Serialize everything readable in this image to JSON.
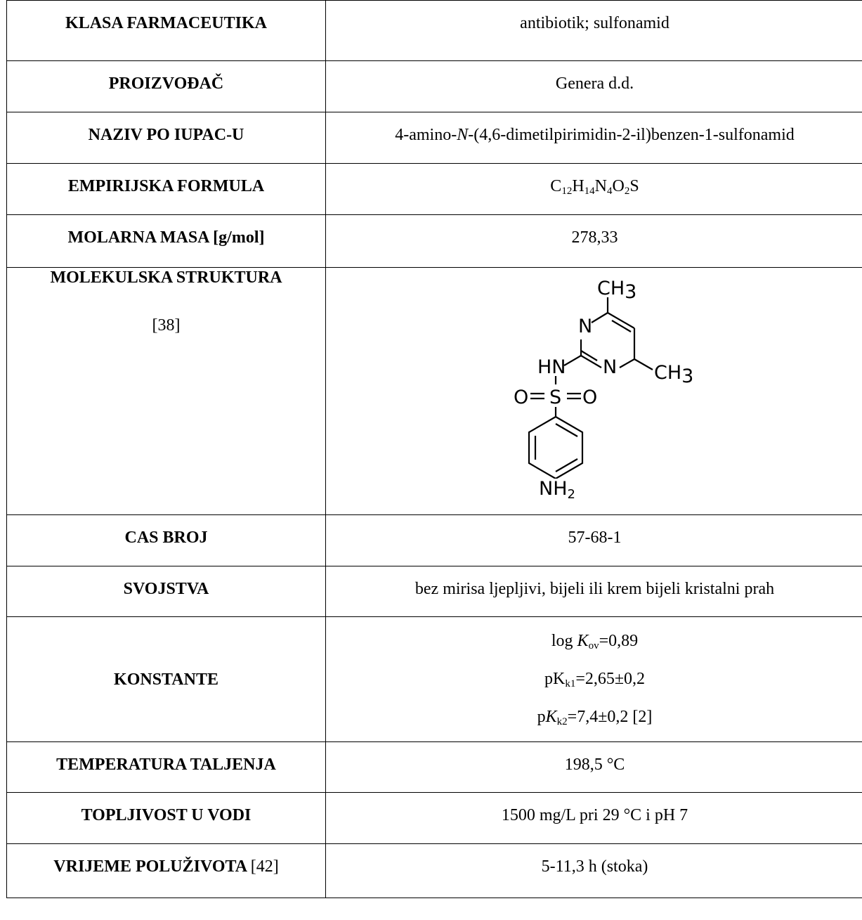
{
  "rows": [
    {
      "label": "KLASA FARMACEUTIKA",
      "value": "antibiotik; sulfonamid"
    },
    {
      "label": "PROIZVOĐAČ",
      "value": "Genera d.d."
    },
    {
      "label": "NAZIV PO IUPAC-U",
      "value_pre": "4-amino-",
      "value_italic": "N",
      "value_post": "-(4,6-dimetilpirimidin-2-il)benzen-1-sulfonamid"
    },
    {
      "label": "EMPIRIJSKA FORMULA",
      "formula": {
        "c": "C",
        "c_n": "12",
        "h": "H",
        "h_n": "14",
        "n": "N",
        "n_n": "4",
        "o": "O",
        "o_n": "2",
        "s": "S"
      }
    },
    {
      "label": "MOLARNA MASA [g/mol]",
      "value": "278,33"
    },
    {
      "label": "MOLEKULSKA STRUKTURA",
      "cite": "[38]",
      "structure": {
        "ch3_top": "CH",
        "ch3_top_sub": "3",
        "n_ring": "N",
        "hn": "HN",
        "n_ring2": "N",
        "ch3_right": "CH",
        "ch3_right_sub": "3",
        "o_left": "O",
        "s": "S",
        "o_right": "O",
        "nh2": "NH",
        "nh2_sub": "2"
      }
    },
    {
      "label": "CAS BROJ",
      "value": "57-68-1"
    },
    {
      "label": "SVOJSTVA",
      "value": "bez mirisa ljepljivi, bijeli ili krem bijeli kristalni prah"
    },
    {
      "label": "KONSTANTE",
      "k1": {
        "pre": "log ",
        "italic": "K",
        "sub": "ov",
        "post": "=0,89"
      },
      "k2": {
        "pre": "pK",
        "sub": "k1",
        "post": "=2,65±0,2"
      },
      "k3": {
        "pre": "p",
        "italic": "K",
        "sub": "k2",
        "post": "=7,4±0,2 [2]"
      }
    },
    {
      "label": "TEMPERATURA TALJENJA",
      "value": "198,5 °C"
    },
    {
      "label": "TOPLJIVOST U VODI",
      "value": "1500 mg/L pri 29 °C i pH 7"
    },
    {
      "label": "VRIJEME POLUŽIVOTA",
      "cite": "[42]",
      "value": "5-11,3 h (stoka)"
    }
  ]
}
